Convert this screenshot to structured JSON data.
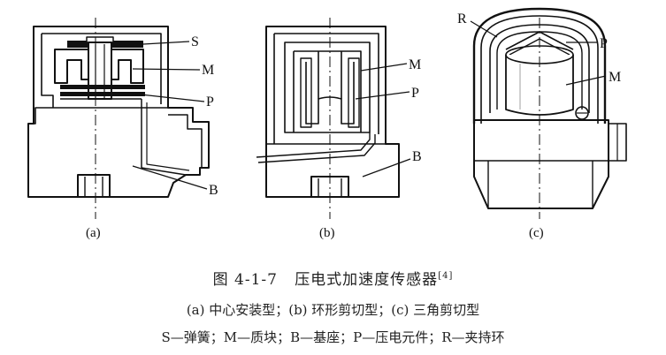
{
  "figure": {
    "panel_a": {
      "label": "(a)",
      "callouts": {
        "s": "S",
        "m": "M",
        "p": "P",
        "b": "B"
      }
    },
    "panel_b": {
      "label": "(b)",
      "callouts": {
        "m": "M",
        "p": "P",
        "b": "B"
      }
    },
    "panel_c": {
      "label": "(c)",
      "callouts": {
        "r": "R",
        "p": "P",
        "m": "M"
      }
    }
  },
  "caption": {
    "number": "图 4-1-7",
    "title": "压电式加速度传感器",
    "ref": "[4]",
    "subtitle": "(a) 中心安装型；(b) 环形剪切型；(c) 三角剪切型",
    "legend": "S—弹簧；M—质块；B—基座；P—压电元件；R—夹持环"
  }
}
